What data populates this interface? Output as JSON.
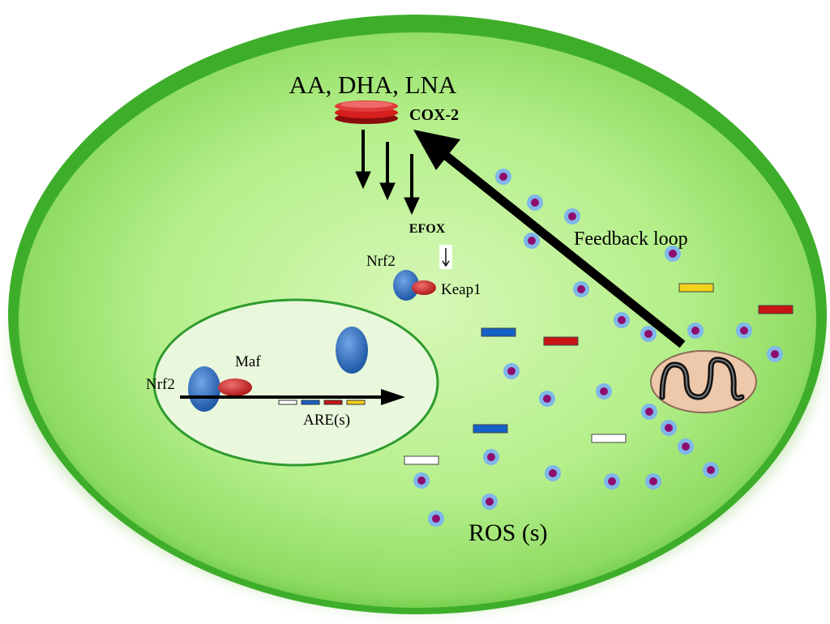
{
  "labels": {
    "substrates": "AA, DHA, LNA",
    "enzyme": "COX-2",
    "product": "EFOX",
    "nrf2_cytoplasm": "Nrf2",
    "keap1": "Keap1",
    "feedback": "Feedback loop",
    "maf": "Maf",
    "nrf2_nucleus": "Nrf2",
    "are": "ARE(s)",
    "ros": "ROS (s)"
  },
  "colors": {
    "cell_fill": "#a8ec7c",
    "cell_rim": "#3fb52c",
    "nucleus_fill": "#e8f8d8",
    "nucleus_rim": "#2e9b2e",
    "protein_blue": "#2f70c2",
    "protein_red": "#d22a2a",
    "ros_core": "#8e0d6e",
    "ros_halo": "#7fb7ea",
    "bar_blue": "#1560c8",
    "bar_red": "#c81414",
    "bar_yellow": "#f3d21a",
    "bar_white": "#ffffff",
    "mito_fill": "#ecc7a8",
    "arrow": "#000000"
  },
  "icons": {
    "cox2": "stacked-red-disc-icon",
    "mitochondrion": "mitochondrion-icon",
    "ros": "ros-dot-icon"
  }
}
